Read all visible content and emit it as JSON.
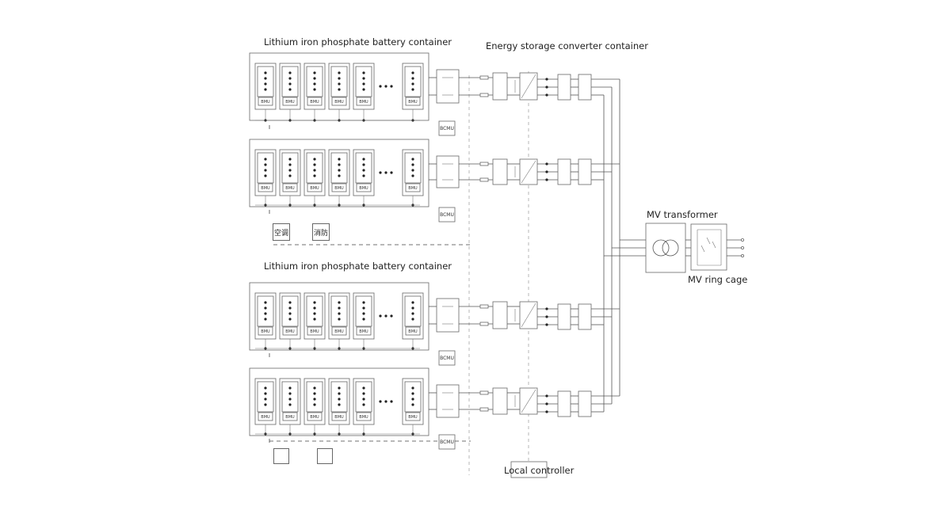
{
  "labels": {
    "battery_container_top": "Lithium iron phosphate battery container",
    "battery_container_bottom": "Lithium iron phosphate battery container",
    "converter_container": "Energy storage converter container",
    "mv_transformer": "MV transformer",
    "mv_ring_cage": "MV ring cage",
    "local_controller": "Local controller",
    "aux_air": "空调",
    "aux_fire": "消防",
    "bmu": "BMU",
    "bcmu": "BCMU"
  },
  "colors": {
    "line": "#555555",
    "box": "#666666",
    "text": "#222222"
  }
}
